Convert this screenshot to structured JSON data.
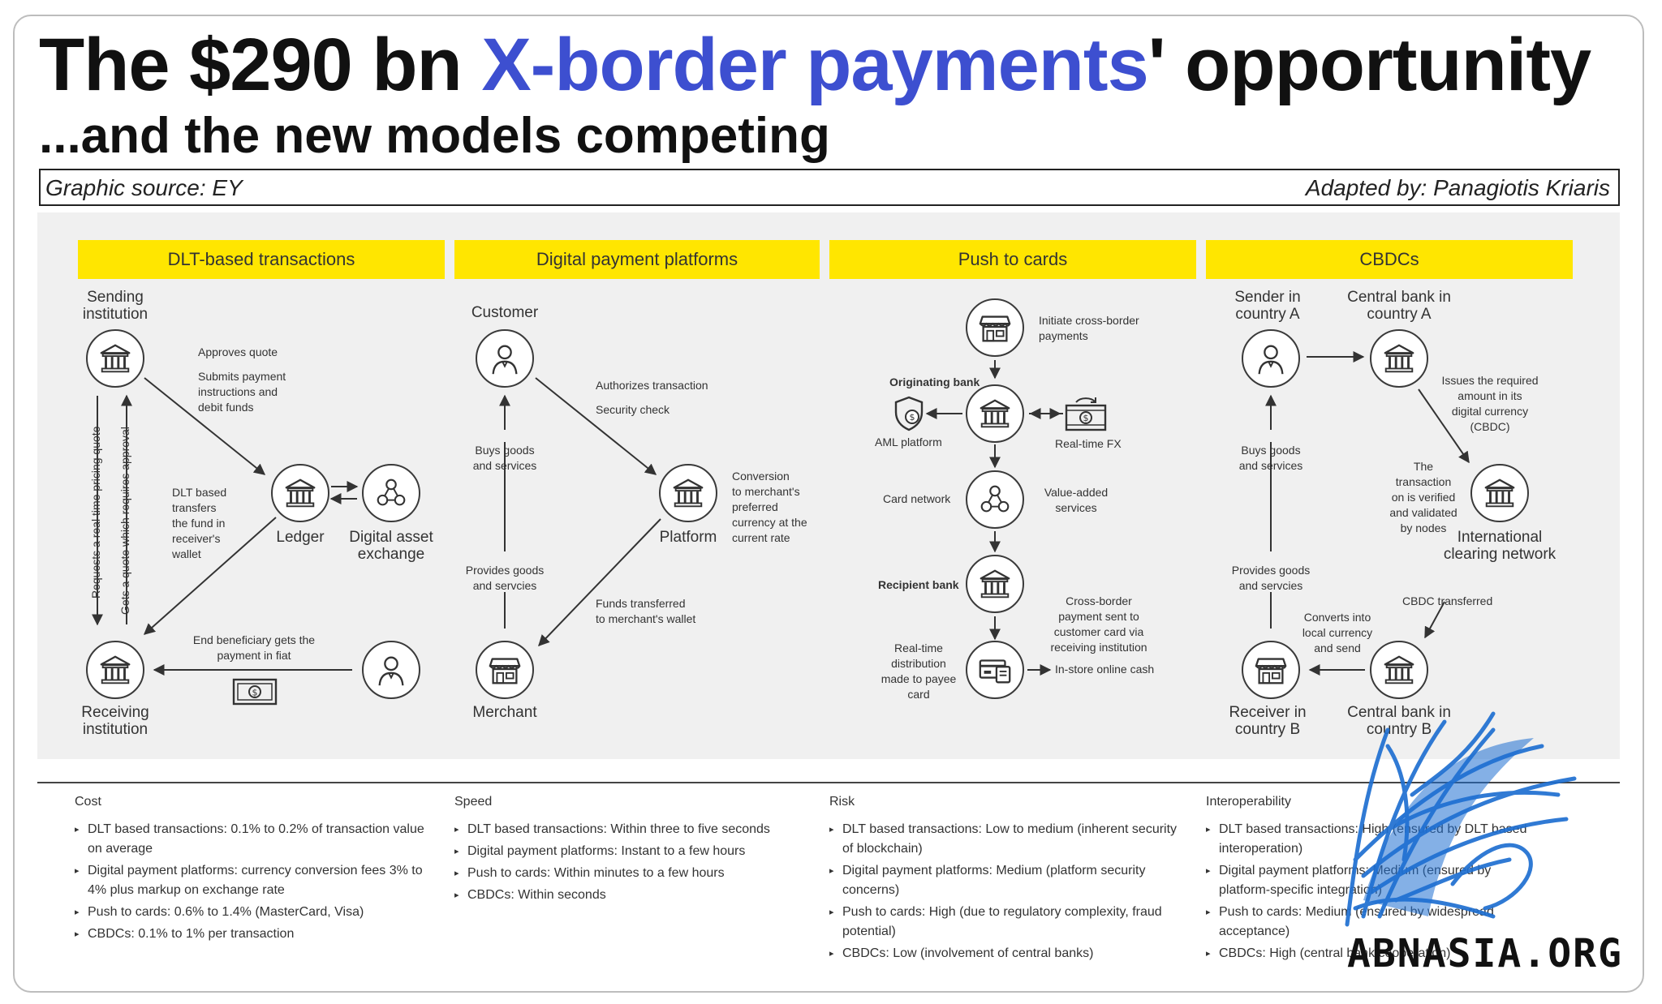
{
  "title": {
    "pre": "The $290 bn ",
    "accent": "X-border payments",
    "post": "' opportunity"
  },
  "subtitle": "...and the new models competing",
  "source": {
    "left": "Graphic source: EY",
    "right": "Adapted by: Panagiotis Kriaris"
  },
  "sections": {
    "dlt": {
      "header": "DLT-based transactions",
      "sending": "Sending\ninstitution",
      "ledger": "Ledger",
      "dae": "Digital asset\nexchange",
      "receiving": "Receiving\ninstitution",
      "approves": "Approves quote",
      "submits": "Submits payment\ninstructions and\ndebit funds",
      "dlt_transfers": "DLT based\ntransfers\nthe fund in\nreceiver's\nwallet",
      "end_beneficiary": "End beneficiary gets the\npayment in fiat",
      "requests": "Requests a real time pricing quote",
      "gets_quote": "Gets a quote which requires approval"
    },
    "dpp": {
      "header": "Digital payment platforms",
      "customer": "Customer",
      "platform": "Platform",
      "merchant": "Merchant",
      "authorizes": "Authorizes transaction",
      "security": "Security check",
      "buys": "Buys goods\nand services",
      "provides": "Provides goods\nand servcies",
      "conversion": "Conversion\nto merchant's\npreferred\ncurrency at the\ncurrent rate",
      "funds": "Funds transferred\nto merchant's wallet"
    },
    "ptc": {
      "header": "Push to cards",
      "initiate": "Initiate cross-border\npayments",
      "originating": "Originating bank",
      "aml": "AML platform",
      "fx": "Real-time FX",
      "card_network": "Card network",
      "value_added": "Value-added\nservices",
      "recipient": "Recipient bank",
      "cross_border": "Cross-border\npayment sent to\ncustomer card via\nreceiving institution",
      "realtime": "Real-time\ndistribution\nmade to payee\ncard",
      "instore": "In-store online cash"
    },
    "cbdc": {
      "header": "CBDCs",
      "sender": "Sender in\ncountry A",
      "cba": "Central bank in\ncountry A",
      "issues": "Issues the required\namount in its\ndigital currency\n(CBDC)",
      "verified": "The\ntransaction\non is verified\nand validated\nby nodes",
      "icn": "International\nclearing network",
      "buys": "Buys goods\nand services",
      "provides": "Provides goods\nand servcies",
      "cbdc_transferred": "CBDC transferred",
      "converts": "Converts into\nlocal currency\nand send",
      "receiver": "Receiver in\ncountry B",
      "cbb": "Central bank in\ncountry B"
    }
  },
  "bottom": {
    "cost": {
      "title": "Cost",
      "items": [
        "DLT based transactions: 0.1% to 0.2% of transaction value on average",
        "Digital payment platforms: currency conversion fees 3% to 4% plus markup on exchange rate",
        "Push to cards: 0.6% to 1.4% (MasterCard, Visa)",
        "CBDCs: 0.1% to 1% per transaction"
      ]
    },
    "speed": {
      "title": "Speed",
      "items": [
        "DLT based transactions: Within three to five seconds",
        "Digital payment platforms: Instant to a few hours",
        "Push to cards: Within minutes to a few hours",
        "CBDCs: Within seconds"
      ]
    },
    "risk": {
      "title": "Risk",
      "items": [
        "DLT based transactions: Low to medium (inherent security of blockchain)",
        "Digital payment platforms: Medium (platform security concerns)",
        "Push to cards: High (due to regulatory complexity, fraud potential)",
        "CBDCs: Low (involvement of central banks)"
      ]
    },
    "interop": {
      "title": "Interoperability",
      "items": [
        "DLT based transactions: High (ensured by DLT based interoperation)",
        "Digital payment platforms: Medium (ensured by platform-specific integration)",
        "Push to cards: Medium (ensured by widespread acceptance)",
        "CBDCs: High (central bank cooperation)"
      ]
    }
  },
  "watermark": "ABNASIA.ORG",
  "colors": {
    "accent": "#3d4fd0",
    "header_yellow": "#ffe600",
    "panel": "#f0f0f0",
    "watermark_blue": "#1f6fd1"
  }
}
